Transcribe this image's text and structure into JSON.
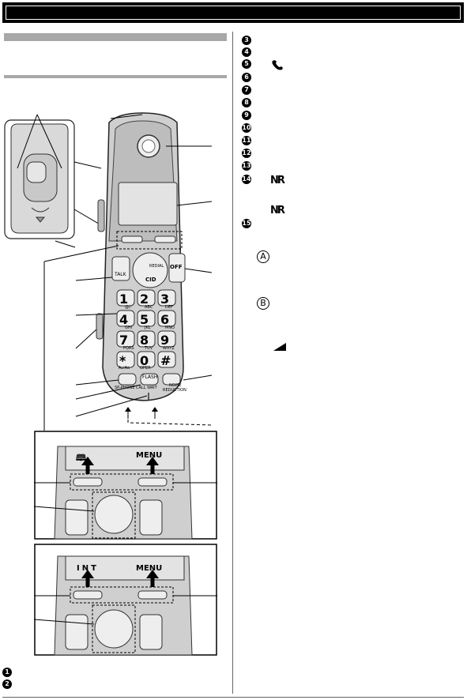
{
  "left_list": [
    "1",
    "2"
  ],
  "right_list": [
    "3",
    "4",
    "5",
    "6",
    "7",
    "8",
    "9",
    "10",
    "11",
    "12",
    "13",
    "14",
    "15"
  ],
  "icons": {
    "talk": "phone-icon",
    "nr": "noise-reduction-icon"
  },
  "nr_text": "NR",
  "badges": {
    "a": "A",
    "b": "B"
  },
  "phone": {
    "keys": [
      {
        "digit": "1",
        "letters": "@/:"
      },
      {
        "digit": "2",
        "letters": "ABC"
      },
      {
        "digit": "3",
        "letters": "DEF"
      },
      {
        "digit": "4",
        "letters": "GHI"
      },
      {
        "digit": "5",
        "letters": "JKL"
      },
      {
        "digit": "6",
        "letters": "MNO"
      },
      {
        "digit": "7",
        "letters": "PQRS"
      },
      {
        "digit": "8",
        "letters": "TUV"
      },
      {
        "digit": "9",
        "letters": "WXYZ"
      },
      {
        "digit": "*",
        "letters": "A⇄Aa"
      },
      {
        "digit": "0",
        "letters": "OPER"
      },
      {
        "digit": "#",
        "letters": ""
      }
    ],
    "talk": "TALK",
    "off": "OFF",
    "cid": "CID",
    "redial": "REDIAL",
    "flash": "FLASH",
    "call_wait": "CALL WAIT",
    "sp_phone": "SP-PHONE",
    "noise": "NOISE",
    "reduction": "REDUCTION"
  },
  "detail_a": {
    "left_label": "🕮",
    "right_label": "MENU"
  },
  "detail_b": {
    "left_label": "INT",
    "right_label": "MENU"
  }
}
